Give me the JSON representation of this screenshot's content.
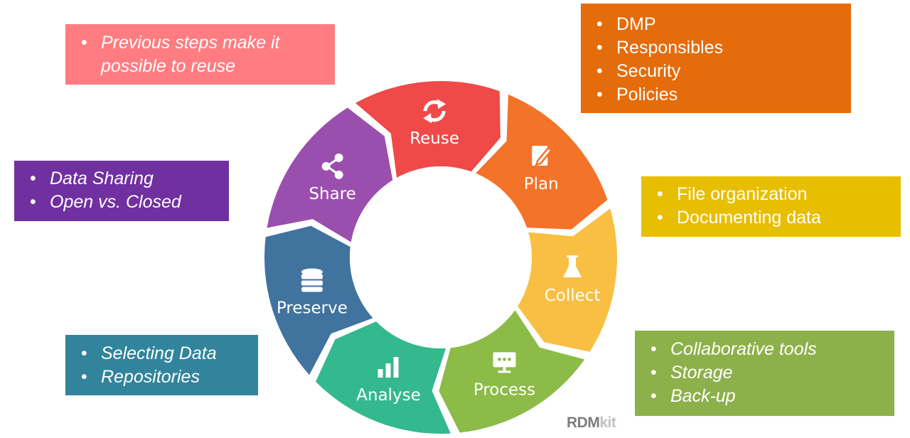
{
  "cycle": {
    "stages": [
      {
        "key": "plan",
        "label": "Plan",
        "color": "#F37329",
        "icon": "edit-document-icon"
      },
      {
        "key": "collect",
        "label": "Collect",
        "color": "#F9BF42",
        "icon": "flask-icon"
      },
      {
        "key": "process",
        "label": "Process",
        "color": "#8CBB48",
        "icon": "monitor-icon"
      },
      {
        "key": "analyse",
        "label": "Analyse",
        "color": "#34B98F",
        "icon": "bar-chart-icon"
      },
      {
        "key": "preserve",
        "label": "Preserve",
        "color": "#41739F",
        "icon": "database-icon"
      },
      {
        "key": "share",
        "label": "Share",
        "color": "#9A4FAE",
        "icon": "share-icon"
      },
      {
        "key": "reuse",
        "label": "Reuse",
        "color": "#EF4A48",
        "icon": "refresh-arrows-icon"
      }
    ]
  },
  "notes": {
    "reuse": {
      "color": "#FF7C80",
      "items": [
        "Previous steps make it possible to reuse"
      ]
    },
    "plan": {
      "color": "#E46C0A",
      "items": [
        "DMP",
        "Responsibles",
        "Security",
        "Policies"
      ]
    },
    "share": {
      "color": "#7030A0",
      "items": [
        "Data Sharing",
        "Open vs. Closed"
      ]
    },
    "collect": {
      "color": "#E8BE00",
      "items": [
        "File organization",
        "Documenting data"
      ]
    },
    "preserve": {
      "color": "#31849B",
      "items": [
        "Selecting Data",
        "Repositories"
      ]
    },
    "process": {
      "color": "#8DB14A",
      "items": [
        "Collaborative tools",
        "Storage",
        "Back-up"
      ]
    }
  },
  "brand": {
    "part1": "RDM",
    "part2": "kit"
  }
}
